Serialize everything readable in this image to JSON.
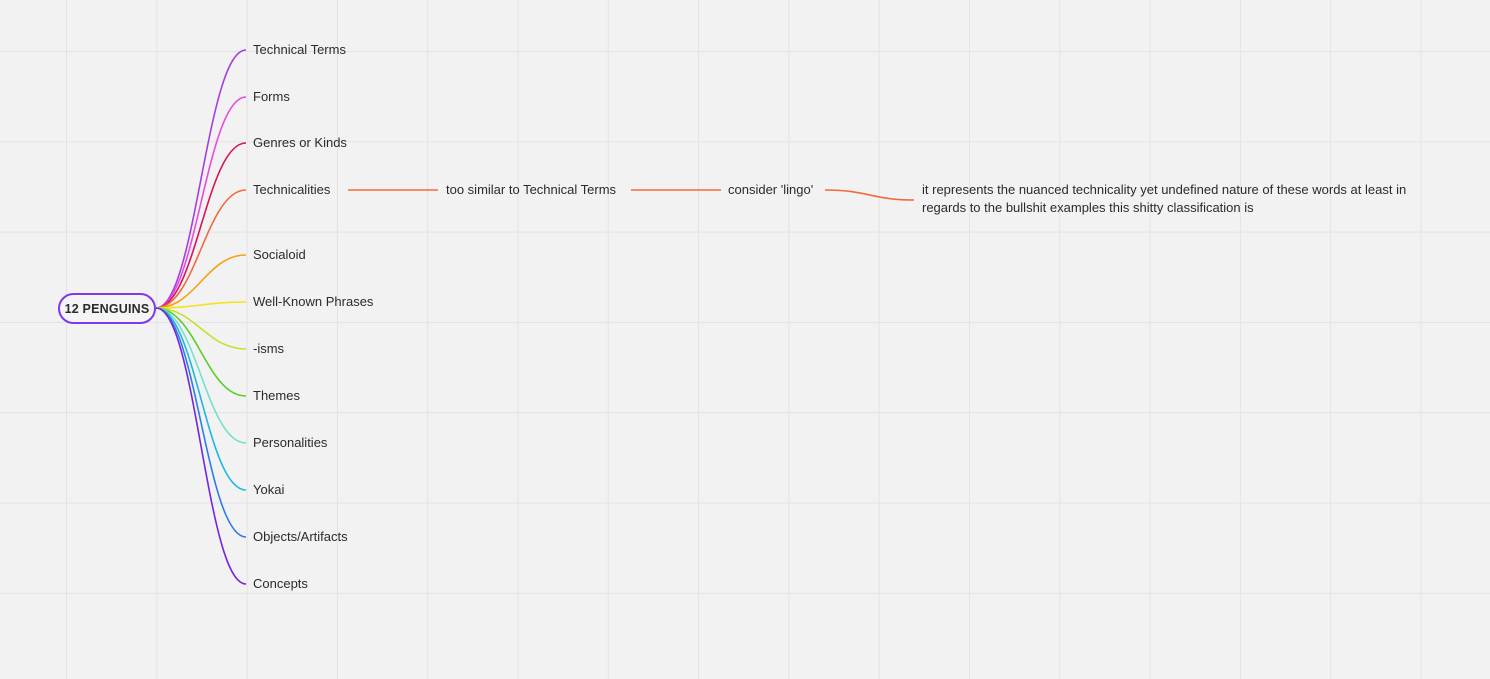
{
  "root": {
    "label": "12 PENGUINS",
    "color": "#7c3aed"
  },
  "branches": [
    {
      "label": "Technical Terms",
      "color": "#a63de0"
    },
    {
      "label": "Forms",
      "color": "#e64ce0"
    },
    {
      "label": "Genres or Kinds",
      "color": "#d7135c"
    },
    {
      "label": "Technicalities",
      "color": "#f26a3c"
    },
    {
      "label": "Socialoid",
      "color": "#f5a20f"
    },
    {
      "label": "Well-Known Phrases",
      "color": "#f5e21c"
    },
    {
      "label": "-isms",
      "color": "#c4e22a"
    },
    {
      "label": "Themes",
      "color": "#5ccc2a"
    },
    {
      "label": "Personalities",
      "color": "#74e0cc"
    },
    {
      "label": "Yokai",
      "color": "#1bb8e0"
    },
    {
      "label": "Objects/Artifacts",
      "color": "#2d7de6"
    },
    {
      "label": "Concepts",
      "color": "#7426e0"
    }
  ],
  "technicalities_chain": [
    {
      "label": "too similar to Technical Terms"
    },
    {
      "label": "consider 'lingo'"
    },
    {
      "label": "it represents the nuanced technicality yet undefined nature of these words at least in regards to the bullshit examples this shitty classification is"
    }
  ]
}
